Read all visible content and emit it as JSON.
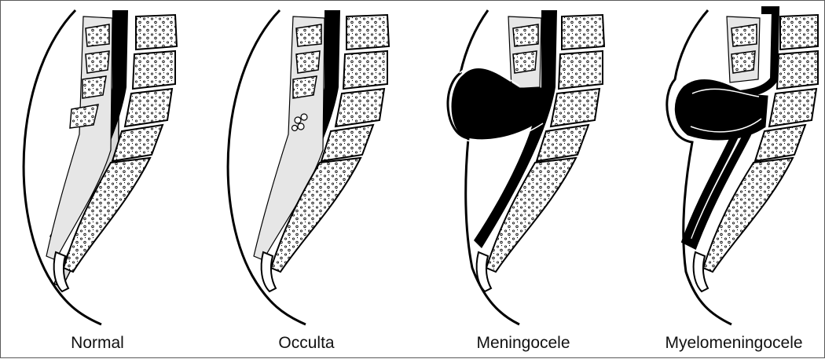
{
  "panels": [
    {
      "label": "Normal",
      "defect": "none"
    },
    {
      "label": "Occulta",
      "defect": "occulta"
    },
    {
      "label": "Meningocele",
      "defect": "meningocele"
    },
    {
      "label": "Myelomeningocele",
      "defect": "myelomeningocele"
    }
  ],
  "colors": {
    "ink": "#000000",
    "canal": "#d9d9d9",
    "bone": "#ffffff",
    "background": "#ffffff"
  }
}
